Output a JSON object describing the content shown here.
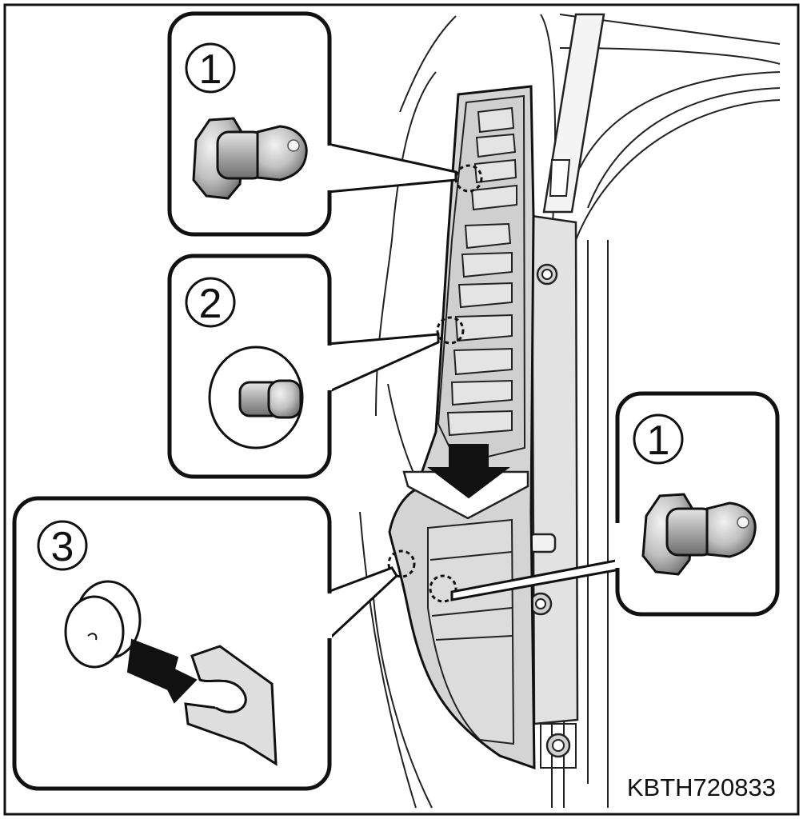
{
  "diagram": {
    "figure_code": "KBTH720833",
    "callouts": [
      {
        "number": "1",
        "part": "clip-type-1"
      },
      {
        "number": "2",
        "part": "clip-type-2"
      },
      {
        "number": "3",
        "part": "clip-type-3"
      },
      {
        "number": "1",
        "part": "clip-type-1"
      }
    ]
  }
}
